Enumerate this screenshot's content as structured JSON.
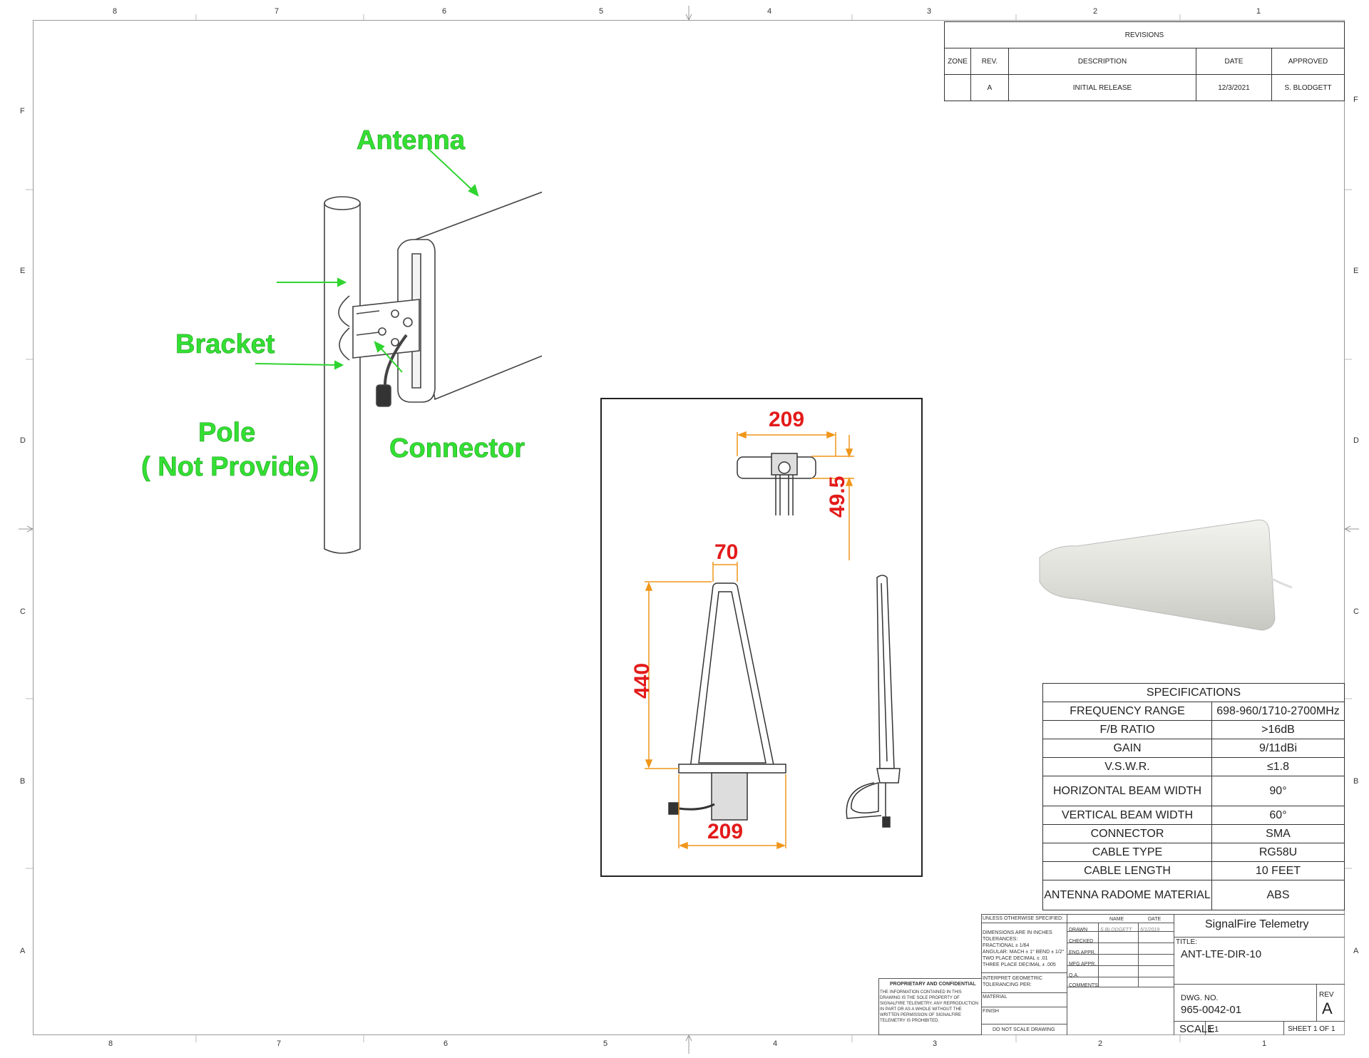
{
  "zones": {
    "top": [
      "8",
      "7",
      "6",
      "5",
      "4",
      "3",
      "2",
      "1"
    ],
    "bottom": [
      "8",
      "7",
      "6",
      "5",
      "4",
      "3",
      "2",
      "1"
    ],
    "left": [
      "F",
      "E",
      "D",
      "C",
      "B",
      "A"
    ],
    "right": [
      "F",
      "E",
      "D",
      "C",
      "B",
      "A"
    ]
  },
  "revisions": {
    "title": "REVISIONS",
    "headers": [
      "ZONE",
      "REV.",
      "DESCRIPTION",
      "DATE",
      "APPROVED"
    ],
    "row": [
      "",
      "A",
      "INITIAL RELEASE",
      "12/3/2021",
      "S. BLODGETT"
    ]
  },
  "callouts": {
    "antenna": "Antenna",
    "bracket": "Bracket",
    "pole_line1": "Pole",
    "pole_line2": "( Not Provide)",
    "connector": "Connector"
  },
  "dimensions": {
    "top_width": "209",
    "depth": "49.5",
    "narrow_width": "70",
    "height": "440",
    "bottom_width": "209"
  },
  "specs": {
    "title": "SPECIFICATIONS",
    "rows": [
      [
        "FREQUENCY RANGE",
        "698-960/1710-2700MHz"
      ],
      [
        "F/B RATIO",
        ">16dB"
      ],
      [
        "GAIN",
        "9/11dBi"
      ],
      [
        "V.S.W.R.",
        "≤1.8"
      ],
      [
        "HORIZONTAL BEAM WIDTH",
        "90°"
      ],
      [
        "VERTICAL BEAM WIDTH",
        "60°"
      ],
      [
        "CONNECTOR",
        "SMA"
      ],
      [
        "CABLE TYPE",
        "RG58U"
      ],
      [
        "CABLE LENGTH",
        "10 FEET"
      ],
      [
        "ANTENNA RADOME MATERIAL",
        "ABS"
      ]
    ]
  },
  "title_block": {
    "unless": "UNLESS OTHERWISE SPECIFIED:",
    "dims": "DIMENSIONS ARE IN INCHES",
    "tolerances": "TOLERANCES:",
    "fractional": "FRACTIONAL ± 1/64",
    "angular": "ANGULAR: MACH ± 1° BEND ± 1/2°",
    "two_place": "TWO PLACE DECIMAL  ± .01",
    "three_place": "THREE PLACE DECIMAL  ± .005",
    "interpret": "INTERPRET GEOMETRIC TOLERANCING PER:",
    "material": "MATERIAL",
    "finish": "FINISH",
    "do_not_scale": "DO NOT SCALE DRAWING",
    "name_hdr": "NAME",
    "date_hdr": "DATE",
    "drawn": "DRAWN",
    "drawn_name": "S.BLODGETT",
    "drawn_date": "5/1/2019",
    "checked": "CHECKED",
    "eng_appr": "ENG APPR.",
    "mfg_appr": "MFG APPR.",
    "qa": "Q.A.",
    "comments": "COMMENTS:",
    "company": "SignalFire Telemetry",
    "title_label": "TITLE:",
    "title_value": "ANT-LTE-DIR-10",
    "dwg_label": "DWG.  NO.",
    "dwg_value": "965-0042-01",
    "rev_label": "REV",
    "rev_value": "A",
    "scale_label": "SCALE",
    "scale_value": "1:1",
    "sheet": "SHEET 1 OF 1",
    "prop_title": "PROPRIETARY AND CONFIDENTIAL",
    "prop_text": "THE INFORMATION CONTAINED IN THIS DRAWING IS THE SOLE PROPERTY OF SIGNALFIRE TELEMETRY. ANY REPRODUCTION IN PART OR AS A WHOLE WITHOUT THE WRITTEN PERMISSION OF SIGNALFIRE TELEMETRY IS PROHIBITED."
  }
}
